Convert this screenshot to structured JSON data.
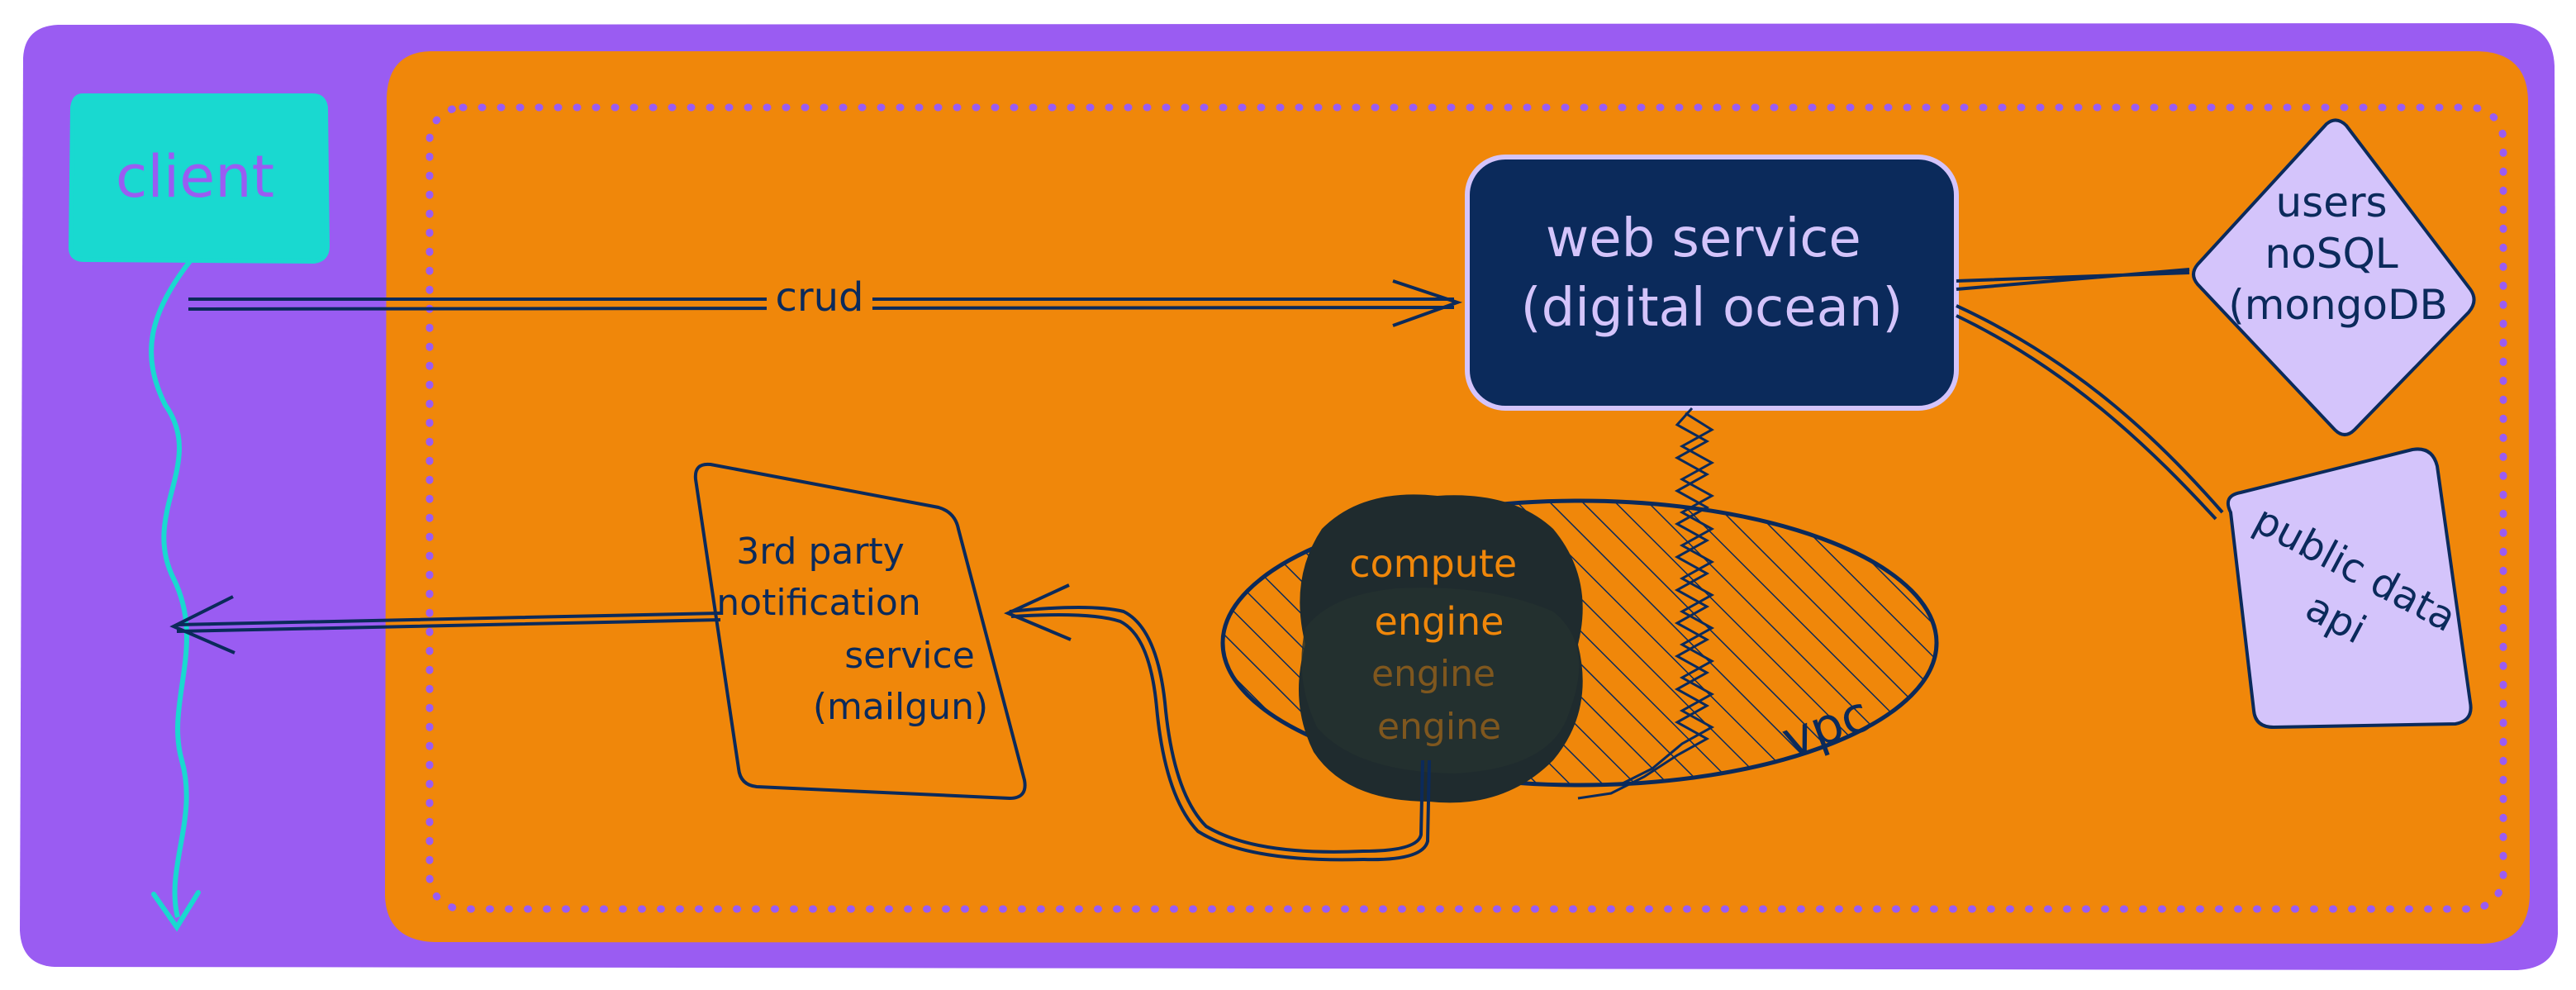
{
  "nodes": {
    "client": {
      "label": "client"
    },
    "web_service": {
      "lines": [
        "web service",
        "(digital ocean)"
      ]
    },
    "users_db": {
      "lines": [
        "users",
        "noSQL",
        "(mongoDB"
      ]
    },
    "public_api": {
      "lines": [
        "public data",
        "api"
      ]
    },
    "notification": {
      "lines": [
        "3rd party",
        "notification",
        "service",
        "(mailgun)"
      ]
    },
    "compute": {
      "lines": [
        "compute",
        "engine"
      ],
      "ghost_lines": [
        "engine",
        "engine"
      ]
    },
    "vpc": {
      "label": "vpc"
    }
  },
  "edges": {
    "client_to_web": {
      "label": "crud"
    }
  },
  "colors": {
    "outer": "#9a5cf2",
    "inner": "#f0870a",
    "dots": "#9a5cf2",
    "client": "#19d9d0",
    "client_text": "#9a5cf2",
    "navy": "#0b2a5b",
    "lavender": "#d4c4fb",
    "web_text": "#d4c4fb",
    "compute_fill": "#1f2b2e",
    "compute_text": "#f0870a"
  }
}
